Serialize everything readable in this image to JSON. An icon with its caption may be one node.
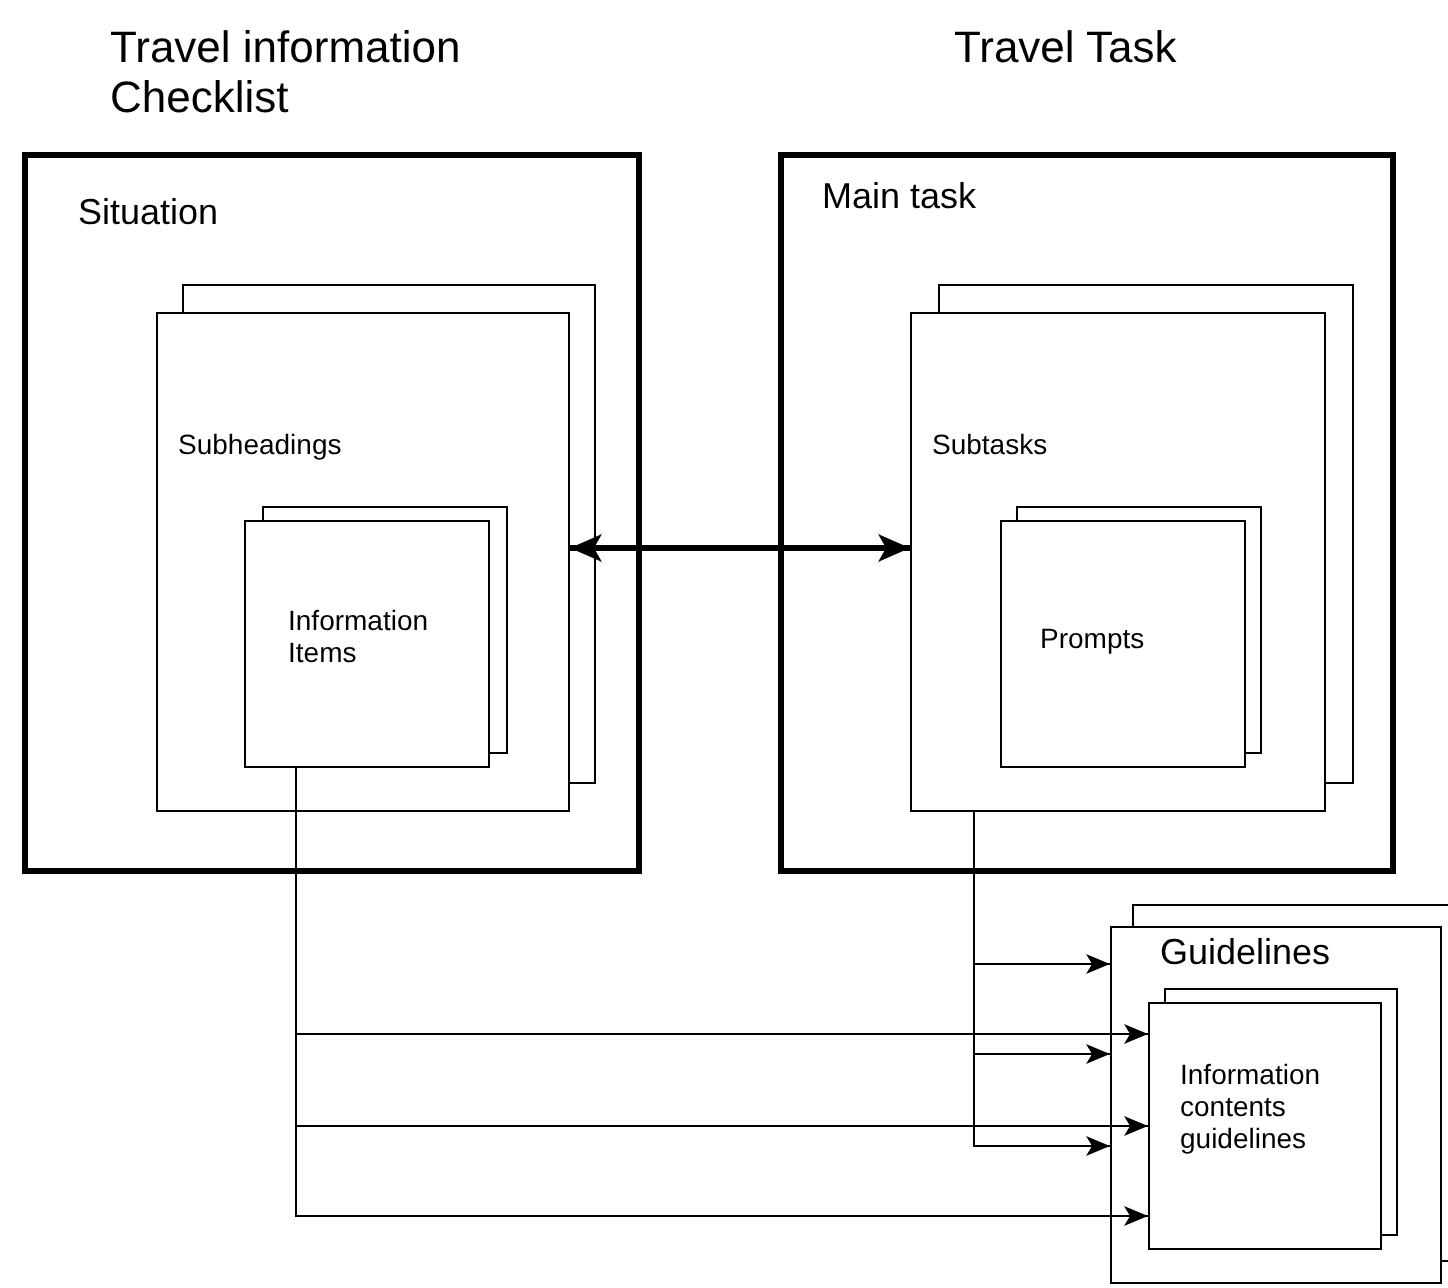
{
  "diagram": {
    "nodes": [
      {
        "text": [
          "Travel information Checklist",
          "Situation"
        ]
      },
      {
        "text": [
          "Subheadings"
        ],
        "in": 0
      },
      {
        "text": [
          "Information Items"
        ],
        "in": 1
      },
      {
        "text": [
          "Travel Task",
          "Main task"
        ]
      },
      {
        "text": [
          "Subtasks"
        ],
        "in": 3
      },
      {
        "text": [
          "Prompts"
        ],
        "in": 4
      },
      {
        "text": [
          "Guidelines"
        ]
      },
      {
        "text": [
          "Information contents guidelines"
        ],
        "in": 6
      }
    ],
    "edges": [
      {
        "from": 1,
        "to": 4,
        "arrow": "both",
        "style": "thick"
      },
      {
        "from": 2,
        "to": 7,
        "arrow": "to"
      },
      {
        "from": 2,
        "to": 7,
        "arrow": "to"
      },
      {
        "from": 2,
        "to": 7,
        "arrow": "to"
      },
      {
        "from": 4,
        "to": 6,
        "arrow": "to"
      },
      {
        "from": 4,
        "to": 6,
        "arrow": "to"
      },
      {
        "from": 4,
        "to": 6,
        "arrow": "to"
      }
    ]
  }
}
